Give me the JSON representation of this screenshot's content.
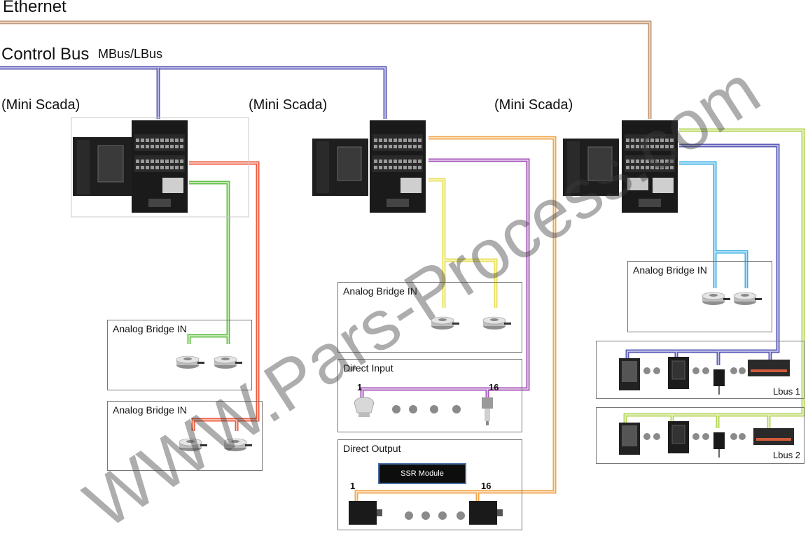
{
  "headers": {
    "ethernet": "Ethernet",
    "control_bus": "Control Bus",
    "bus_types": "MBus/LBus"
  },
  "scada_labels": [
    "(Mini Scada)",
    "(Mini Scada)",
    "(Mini Scada)"
  ],
  "boxes": {
    "analog_bridge_in": "Analog Bridge IN",
    "direct_input": "Direct Input",
    "direct_output": "Direct Output",
    "ssr_module": "SSR Module",
    "lbus1": "Lbus 1",
    "lbus2": "Lbus 2"
  },
  "pins": {
    "first": "1",
    "last": "16"
  },
  "watermark": "WWW.Pars-Process.com",
  "colors": {
    "ethernet": "#c39a7a",
    "control_bus": "#5c5cb8",
    "red": "#ee5a3c",
    "green": "#66c04a",
    "yellow": "#e9e25a",
    "purple": "#a558b8",
    "orange": "#f2a64a",
    "blue": "#3db2e6",
    "lime": "#b5d65a"
  }
}
